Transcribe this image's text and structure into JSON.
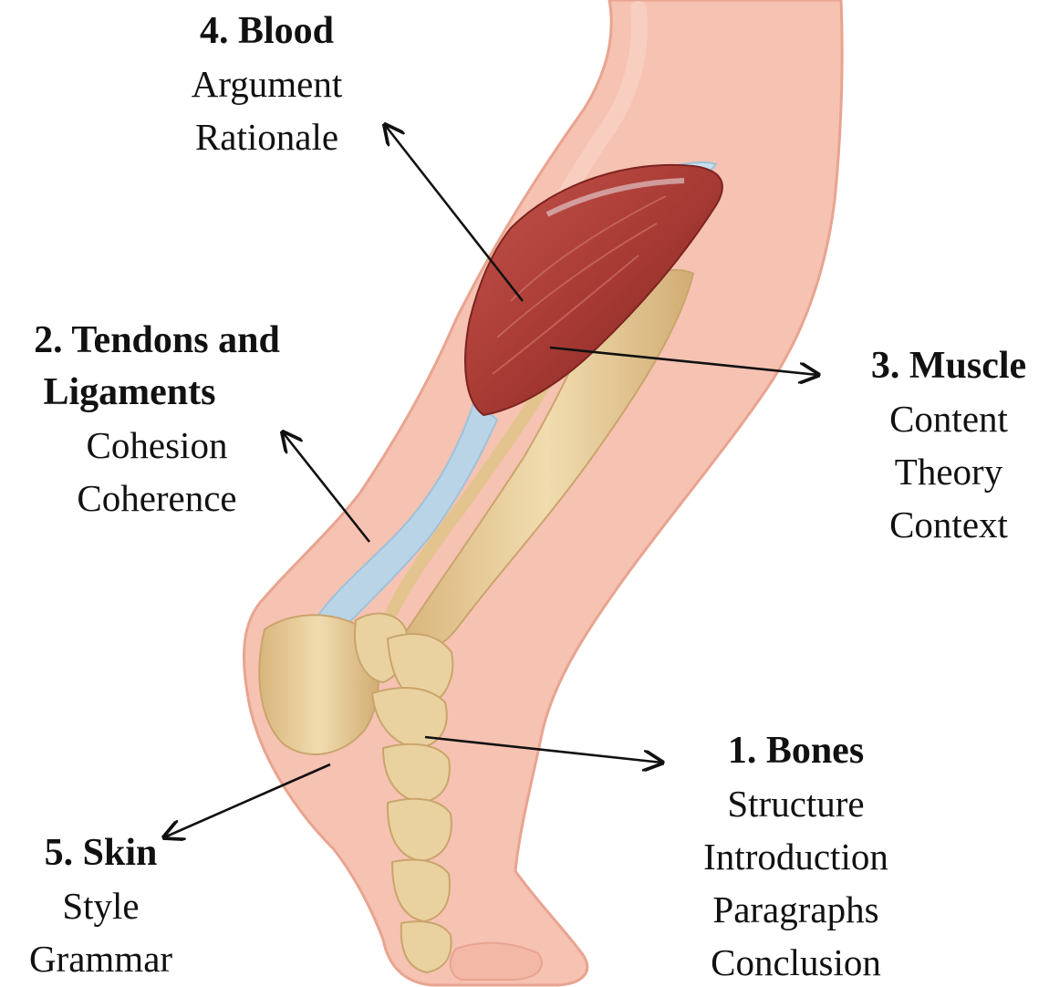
{
  "labels": {
    "blood": {
      "title": "4. Blood",
      "items": [
        "Argument",
        "Rationale"
      ]
    },
    "tendons": {
      "title_line1": "2. Tendons and",
      "title_line2": "Ligaments",
      "items": [
        "Cohesion",
        "Coherence"
      ]
    },
    "muscle": {
      "title": "3. Muscle",
      "items": [
        "Content",
        "Theory",
        "Context"
      ]
    },
    "bones": {
      "title": "1. Bones",
      "items": [
        "Structure",
        "Introduction",
        "Paragraphs",
        "Conclusion"
      ]
    },
    "skin": {
      "title": "5. Skin",
      "items": [
        "Style",
        "Grammar"
      ]
    }
  },
  "colors": {
    "skin": "#f6c2b2",
    "skin_outline": "#e8a490",
    "bone": "#ead2a0",
    "bone_shadow": "#c9a56c",
    "muscle": "#a83a34",
    "muscle_dark": "#7d2420",
    "tendon": "#b8d4e6",
    "arrow": "#111111"
  }
}
